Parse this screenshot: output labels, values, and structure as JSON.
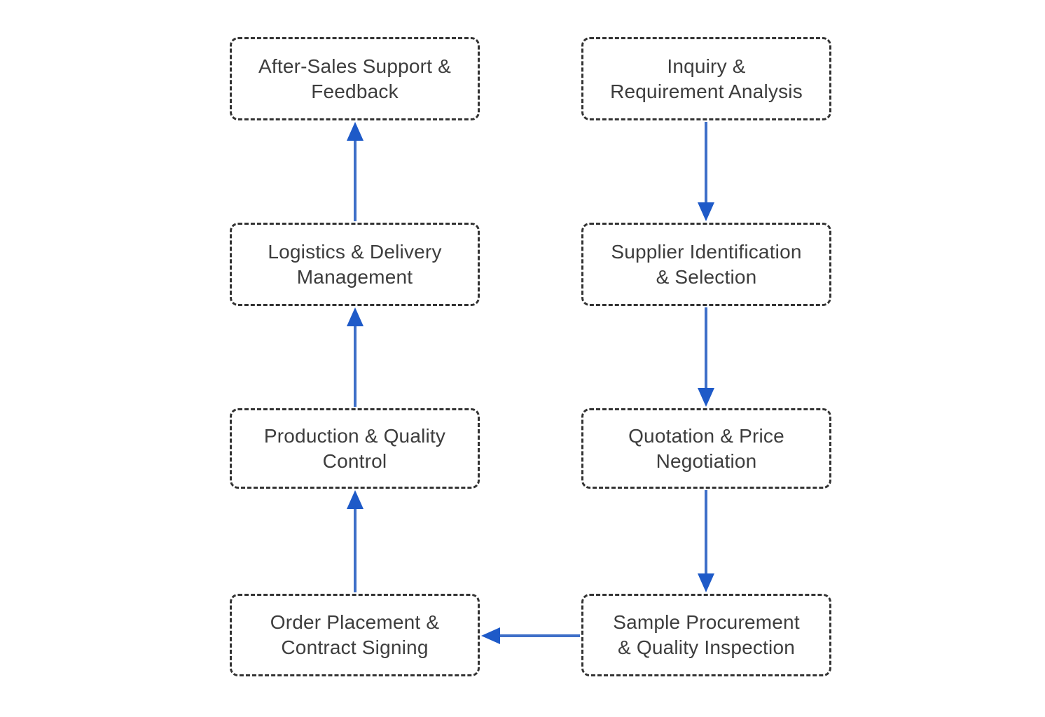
{
  "diagram": {
    "title": "Procurement process flowchart",
    "background_color": "#ffffff",
    "box_border_color": "#333333",
    "text_color": "#3d3d3d",
    "arrow_line_color": "#3e6fc8",
    "arrow_head_color": "#1e5ac8",
    "nodes": [
      {
        "id": "after-sales-support-feedback",
        "label": "After-Sales Support & Feedback",
        "line1": "After-Sales Support &",
        "line2": "Feedback"
      },
      {
        "id": "inquiry-requirement-analysis",
        "label": "Inquiry & Requirement Analysis",
        "line1": "Inquiry &",
        "line2": "Requirement Analysis"
      },
      {
        "id": "logistics-delivery-management",
        "label": "Logistics & Delivery Management",
        "line1": "Logistics & Delivery",
        "line2": "Management"
      },
      {
        "id": "supplier-identification-selection",
        "label": "Supplier Identification & Selection",
        "line1": "Supplier Identification",
        "line2": "& Selection"
      },
      {
        "id": "production-quality-control",
        "label": "Production & Quality Control",
        "line1": "Production & Quality",
        "line2": "Control"
      },
      {
        "id": "quotation-price-negotiation",
        "label": "Quotation & Price Negotiation",
        "line1": "Quotation & Price",
        "line2": "Negotiation"
      },
      {
        "id": "order-placement-contract-signing",
        "label": "Order Placement & Contract Signing",
        "line1": "Order Placement &",
        "line2": "Contract Signing"
      },
      {
        "id": "sample-procurement-quality-inspection",
        "label": "Sample Procurement & Quality Inspection",
        "line1": "Sample Procurement",
        "line2": "& Quality Inspection"
      }
    ],
    "edges": [
      {
        "from": "inquiry-requirement-analysis",
        "to": "supplier-identification-selection",
        "direction": "down"
      },
      {
        "from": "supplier-identification-selection",
        "to": "quotation-price-negotiation",
        "direction": "down"
      },
      {
        "from": "quotation-price-negotiation",
        "to": "sample-procurement-quality-inspection",
        "direction": "down"
      },
      {
        "from": "sample-procurement-quality-inspection",
        "to": "order-placement-contract-signing",
        "direction": "left"
      },
      {
        "from": "order-placement-contract-signing",
        "to": "production-quality-control",
        "direction": "up"
      },
      {
        "from": "production-quality-control",
        "to": "logistics-delivery-management",
        "direction": "up"
      },
      {
        "from": "logistics-delivery-management",
        "to": "after-sales-support-feedback",
        "direction": "up"
      }
    ]
  }
}
